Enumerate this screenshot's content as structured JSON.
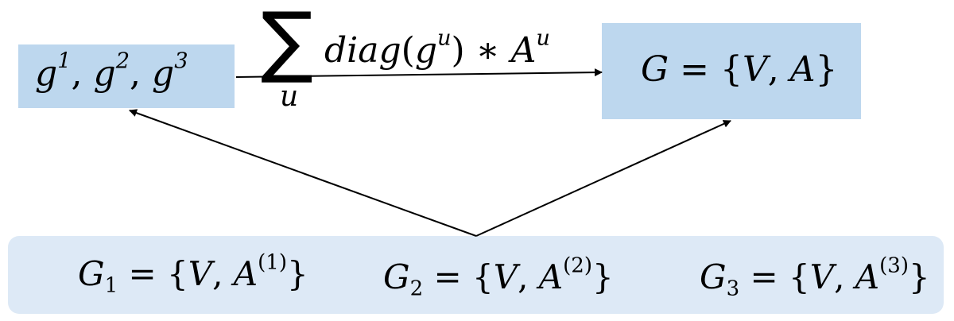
{
  "colors": {
    "box_fill": "#bdd7ee",
    "bottom_fill": "#dde9f6",
    "line": "#000000"
  },
  "left_box": {
    "g": "g",
    "sep": ", ",
    "sup1": "1",
    "sup2": "2",
    "sup3": "3"
  },
  "right_box": {
    "G": "G",
    "eq": " = {",
    "V": "V",
    "comma": ", ",
    "A": "A",
    "close": "}"
  },
  "operator": {
    "sum_symbol": "∑",
    "sum_index": "u",
    "diag": "diag",
    "open": "(",
    "g": "g",
    "g_sup": "u",
    "close": ")",
    "star": " ∗ ",
    "A": "A",
    "A_sup": "u"
  },
  "graphs": [
    {
      "G": "G",
      "sub": "1",
      "eq": " = {",
      "V": "V",
      "comma": ", ",
      "A": "A",
      "sup": "(1)",
      "close": "}"
    },
    {
      "G": "G",
      "sub": "2",
      "eq": " = {",
      "V": "V",
      "comma": ", ",
      "A": "A",
      "sup": "(2)",
      "close": "}"
    },
    {
      "G": "G",
      "sub": "3",
      "eq": " = {",
      "V": "V",
      "comma": ", ",
      "A": "A",
      "sup": "(3)",
      "close": "}"
    }
  ]
}
